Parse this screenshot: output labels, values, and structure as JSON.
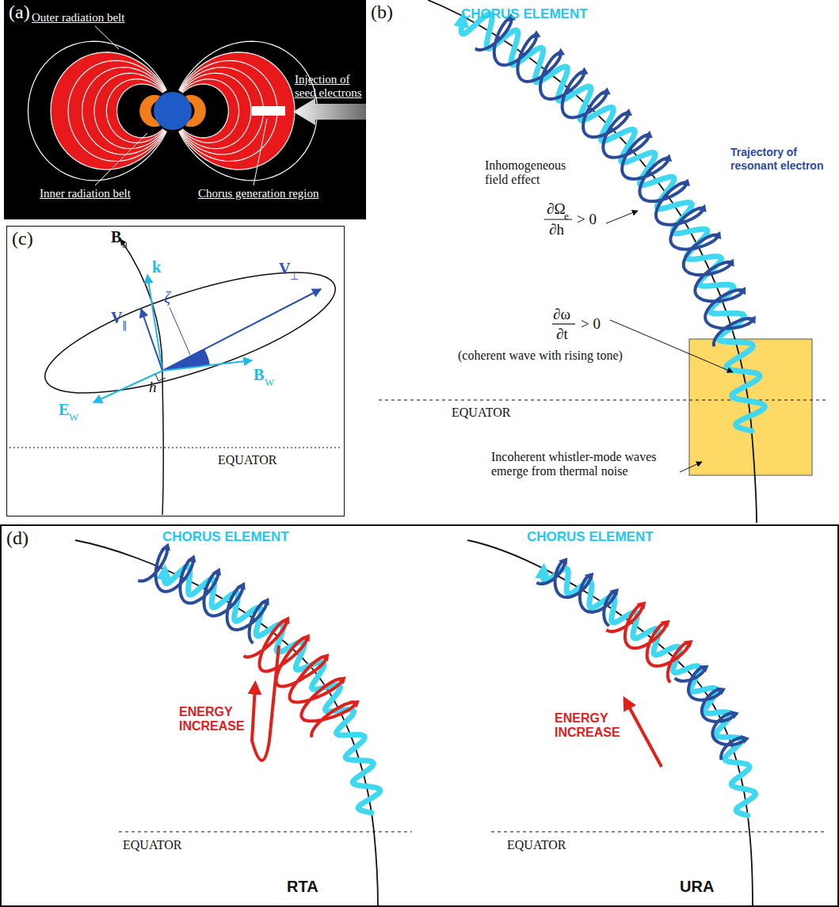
{
  "diagram": {
    "nodes": [
      {
        "text": [
          "(a)"
        ]
      },
      {
        "text": [
          "(b)"
        ]
      },
      {
        "text": [
          "(c)"
        ]
      },
      {
        "text": [
          "(d)"
        ]
      }
    ],
    "labels": [
      "Outer radiation belt",
      "Injection of seed electrons",
      "Inner radiation belt",
      "Chorus generation region",
      "CHORUS ELEMENT",
      "Trajectory of resonant electron",
      "Inhomogeneous field effect",
      "∂Ω",
      "e",
      "∂h",
      "> 0",
      "∂ω",
      "∂t",
      "> 0",
      "(coherent wave with rising tone)",
      "EQUATOR",
      "Incoherent whistler-mode waves emerge from thermal noise",
      "B",
      "0",
      "k",
      "ζ",
      "V",
      "∥",
      "V",
      "⊥",
      "B",
      "W",
      "E",
      "W",
      "h",
      "EQUATOR",
      "CHORUS ELEMENT",
      "ENERGY INCREASE",
      "EQUATOR",
      "RTA",
      "CHORUS ELEMENT",
      "ENERGY INCREASE",
      "EQUATOR",
      "URA"
    ]
  }
}
